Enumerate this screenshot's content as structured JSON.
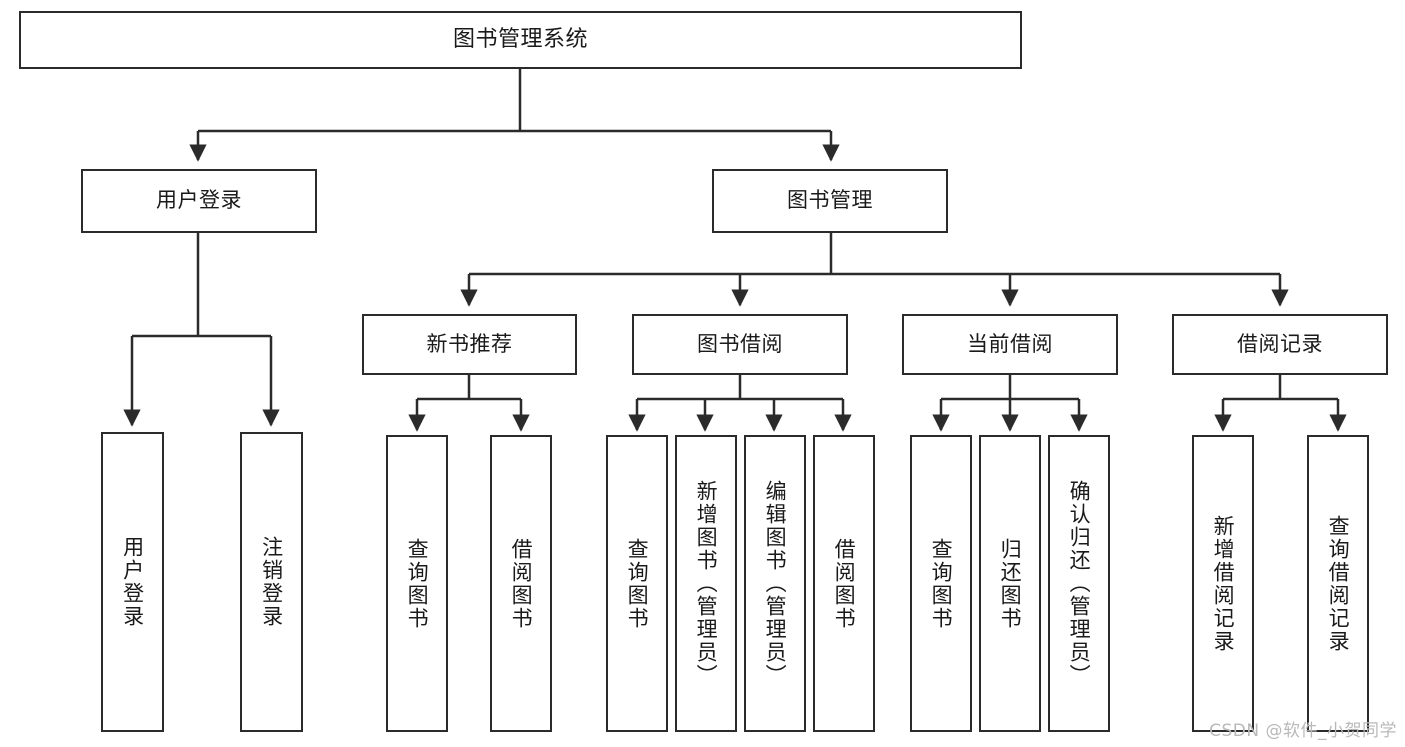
{
  "diagram": {
    "title": "图书管理系统",
    "type": "tree-hierarchy",
    "orientation": "top-down",
    "line_color": "#2b2b2b",
    "box_fill": "#ffffff",
    "text_color": "#1a1a1a"
  },
  "nodes": {
    "root": {
      "label": "图书管理系统"
    },
    "level2": [
      {
        "id": "user-login",
        "label": "用户登录"
      },
      {
        "id": "book-manage",
        "label": "图书管理"
      }
    ],
    "level3": [
      {
        "id": "new-book-rec",
        "label": "新书推荐"
      },
      {
        "id": "book-borrow",
        "label": "图书借阅"
      },
      {
        "id": "current-borrow",
        "label": "当前借阅"
      },
      {
        "id": "borrow-record",
        "label": "借阅记录"
      }
    ],
    "leaves": {
      "user_login": [
        {
          "id": "leaf-user-login",
          "label": "用户登录"
        },
        {
          "id": "leaf-logout",
          "label": "注销登录"
        }
      ],
      "new_book_rec": [
        {
          "id": "leaf-query-book-1",
          "label": "查询图书"
        },
        {
          "id": "leaf-borrow-book-1",
          "label": "借阅图书"
        }
      ],
      "book_borrow": [
        {
          "id": "leaf-query-book-2",
          "label": "查询图书"
        },
        {
          "id": "leaf-add-book",
          "label": "新增图书（管理员）"
        },
        {
          "id": "leaf-edit-book",
          "label": "编辑图书（管理员）"
        },
        {
          "id": "leaf-borrow-book-2",
          "label": "借阅图书"
        }
      ],
      "current_borrow": [
        {
          "id": "leaf-query-book-3",
          "label": "查询图书"
        },
        {
          "id": "leaf-return-book",
          "label": "归还图书"
        },
        {
          "id": "leaf-confirm-return",
          "label": "确认归还（管理员）"
        }
      ],
      "borrow_record": [
        {
          "id": "leaf-add-record",
          "label": "新增借阅记录"
        },
        {
          "id": "leaf-query-record",
          "label": "查询借阅记录"
        }
      ]
    }
  },
  "watermark": {
    "text": "CSDN @软件_小贺同学"
  }
}
